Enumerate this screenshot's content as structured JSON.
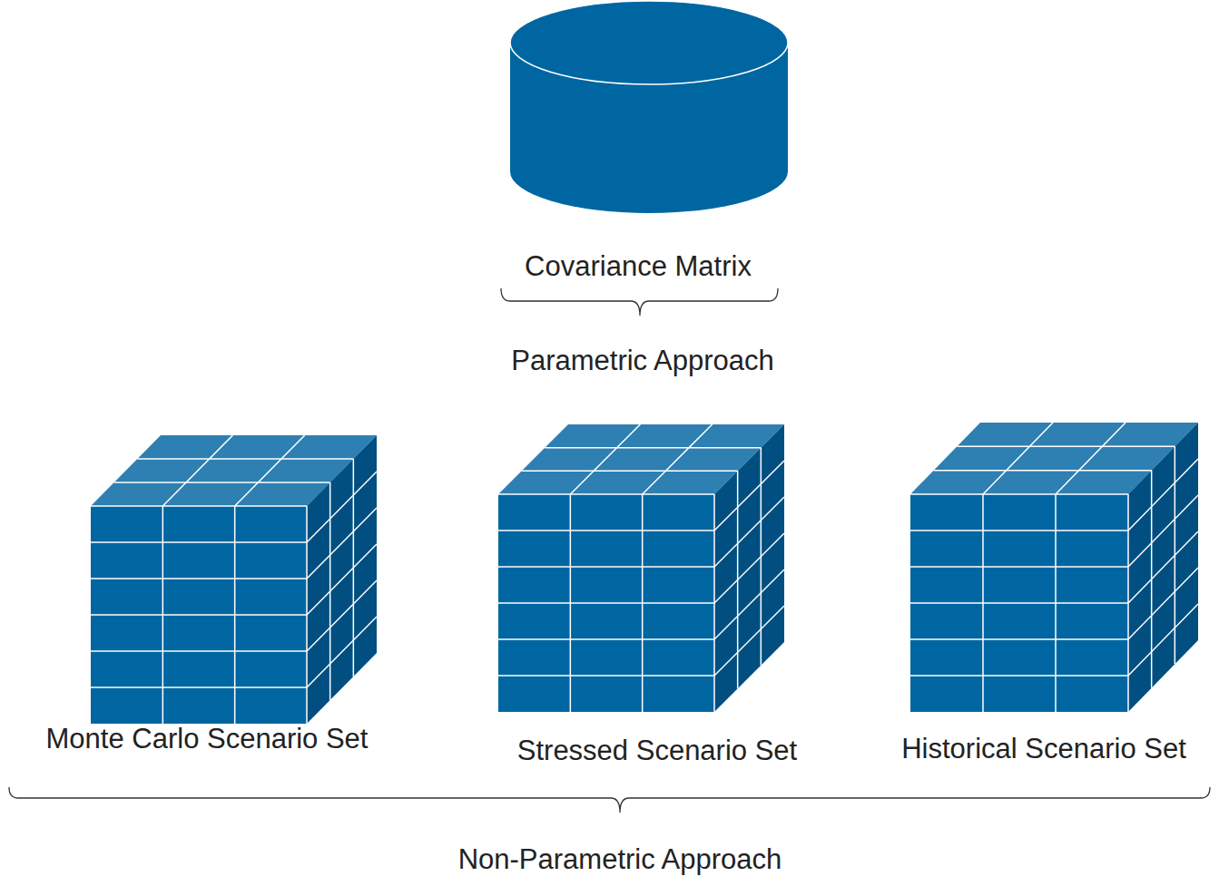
{
  "diagram": {
    "nodes": [
      {
        "text": [
          "Covariance Matrix"
        ]
      },
      {
        "text": [
          "Monte Carlo Scenario Set"
        ]
      },
      {
        "text": [
          "Stressed Scenario Set"
        ]
      },
      {
        "text": [
          "Historical Scenario Set"
        ]
      }
    ],
    "labels": [
      "Parametric Approach",
      "Non-Parametric Approach"
    ]
  }
}
